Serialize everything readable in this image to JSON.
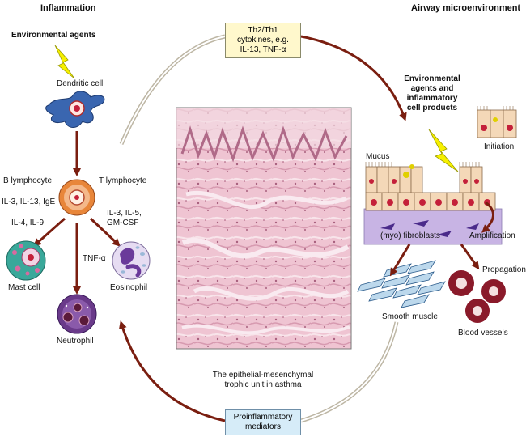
{
  "headers": {
    "left": "Inflammation",
    "right": "Airway microenvironment"
  },
  "labels": {
    "environmental_agents_left": "Environmental agents",
    "dendritic_cell": "Dendritic cell",
    "b_lymphocyte": "B lymphocyte",
    "t_lymphocyte": "T lymphocyte",
    "il3_il13_ige": "IL-3, IL-13, IgE",
    "il4_il9": "IL-4, IL-9",
    "il3_il5_line1": "IL-3, IL-5,",
    "il3_il5_line2": "GM-CSF",
    "tnf_alpha_left": "TNF-α",
    "mast_cell": "Mast cell",
    "eosinophil": "Eosinophil",
    "neutrophil": "Neutrophil",
    "env_agents_right_1": "Environmental",
    "env_agents_right_2": "agents and",
    "env_agents_right_3": "inflammatory",
    "env_agents_right_4": "cell products",
    "initiation": "Initiation",
    "mucus": "Mucus",
    "myo_fibroblasts": "(myo) fibroblasts",
    "amplification": "Amplification",
    "propagation": "Propagation",
    "smooth_muscle": "Smooth muscle",
    "blood_vessels": "Blood vessels",
    "caption_line1": "The epithelial-mesenchymal",
    "caption_line2": "trophic unit in asthma"
  },
  "boxes": {
    "cytokines_line1": "Th2/Th1",
    "cytokines_line2": "cytokines, e.g.",
    "cytokines_line3": "IL-13, TNF-α",
    "mediators_line1": "Proinflammatory",
    "mediators_line2": "mediators"
  },
  "colors": {
    "arrow": "#7a1e10",
    "dendritic": "#3a66b0",
    "lymphocyte": "#e8863a",
    "mast": "#3aa89a",
    "eosinophil": "#d8c8ec",
    "neutrophil": "#6a3a8a",
    "tissue": "#e8b8c8",
    "epithelium": "#f4d8b8",
    "lightning": "#f6f000"
  }
}
